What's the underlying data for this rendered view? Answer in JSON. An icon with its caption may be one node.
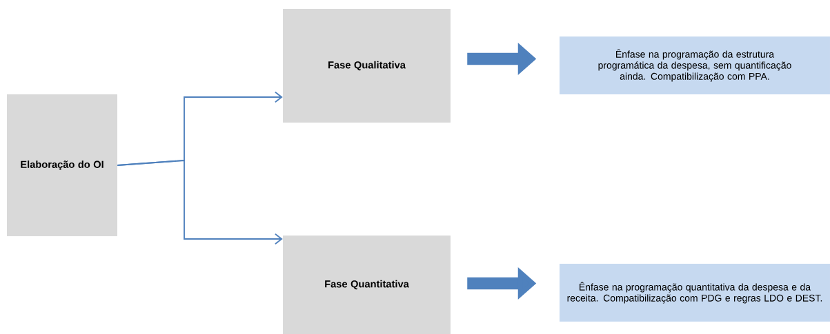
{
  "diagram": {
    "nodes": [
      {
        "text": [
          "Elaboração do OI"
        ]
      },
      {
        "text": [
          "Fase Qualitativa"
        ]
      },
      {
        "text": [
          "Ênfase na programação da estrutura programática da despesa, sem quantificação ainda. Compatibilização com PPA."
        ]
      },
      {
        "text": [
          "Fase Quantitativa"
        ]
      },
      {
        "text": [
          "Ênfase na programação quantitativa da despesa e da receita. Compatibilização com PDG e regras LDO e DEST."
        ]
      }
    ],
    "edges": [
      {
        "from": 0,
        "to": 1,
        "arrow": "to"
      },
      {
        "from": 1,
        "to": 2,
        "arrow": "to",
        "style": "thick"
      },
      {
        "from": 0,
        "to": 3,
        "arrow": "to"
      },
      {
        "from": 3,
        "to": 4,
        "arrow": "to",
        "style": "thick"
      }
    ]
  }
}
